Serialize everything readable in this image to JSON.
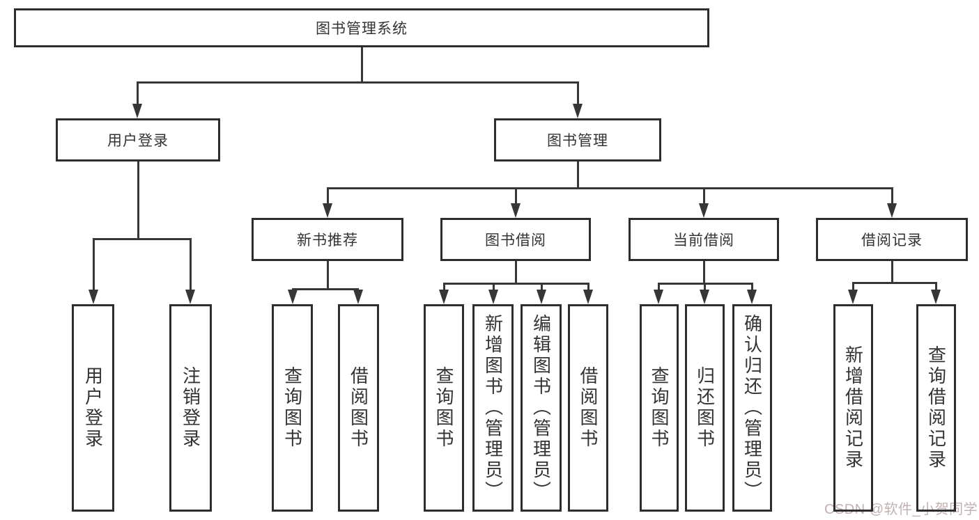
{
  "tree": {
    "root": {
      "label": "图书管理系统"
    },
    "branches": [
      {
        "label": "用户登录",
        "children": [
          {
            "label": "用户登录"
          },
          {
            "label": "注销登录"
          }
        ]
      },
      {
        "label": "图书管理",
        "children": [
          {
            "label": "新书推荐",
            "children": [
              {
                "label": "查询图书"
              },
              {
                "label": "借阅图书"
              }
            ]
          },
          {
            "label": "图书借阅",
            "children": [
              {
                "label": "查询图书"
              },
              {
                "label": "新增图书（管理员）"
              },
              {
                "label": "编辑图书（管理员）"
              },
              {
                "label": "借阅图书"
              }
            ]
          },
          {
            "label": "当前借阅",
            "children": [
              {
                "label": "查询图书"
              },
              {
                "label": "归还图书"
              },
              {
                "label": "确认归还（管理员）"
              }
            ]
          },
          {
            "label": "借阅记录",
            "children": [
              {
                "label": "新增借阅记录"
              },
              {
                "label": "查询借阅记录"
              }
            ]
          }
        ]
      }
    ]
  },
  "watermark": {
    "text": "CSDN @软件_小贺同学",
    "color": "#c3b1b1"
  },
  "colors": {
    "line": "#363636",
    "box_border": "#2d2d2d",
    "box_background": "#ffffff",
    "text": "#333333",
    "page_background": "#ffffff"
  }
}
